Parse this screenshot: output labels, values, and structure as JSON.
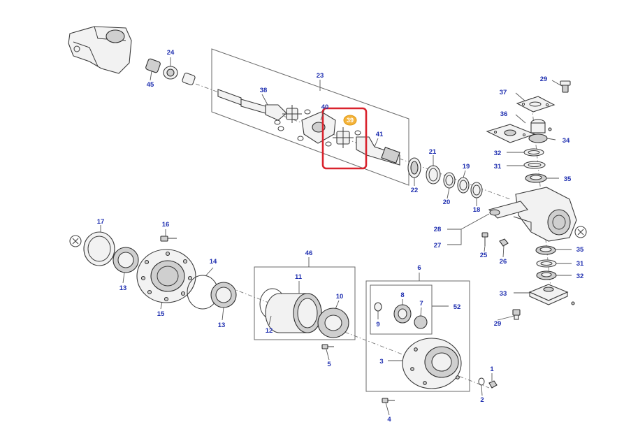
{
  "diagram": {
    "labels": {
      "p1": "1",
      "p2": "2",
      "p3": "3",
      "p4": "4",
      "p5": "5",
      "p6": "6",
      "p7": "7",
      "p8": "8",
      "p9": "9",
      "p10": "10",
      "p11": "11",
      "p12": "12",
      "p13a": "13",
      "p13b": "13",
      "p14": "14",
      "p15": "15",
      "p16": "16",
      "p17": "17",
      "p18": "18",
      "p19": "19",
      "p20": "20",
      "p21": "21",
      "p22": "22",
      "p23": "23",
      "p24": "24",
      "p25": "25",
      "p26": "26",
      "p27": "27",
      "p28": "28",
      "p29a": "29",
      "p29b": "29",
      "p31a": "31",
      "p31b": "31",
      "p32a": "32",
      "p32b": "32",
      "p33": "33",
      "p34": "34",
      "p35a": "35",
      "p35b": "35",
      "p36": "36",
      "p37": "37",
      "p38": "38",
      "p39": "39",
      "p40": "40",
      "p41": "41",
      "p45": "45",
      "p46": "46",
      "p52": "52"
    },
    "highlight_color": "#d9232d",
    "hotspot_color": "#f4b33a",
    "label_color": "#1f2fb0",
    "x_markers": [
      "not-supplied-marker-left",
      "not-supplied-marker-right"
    ]
  }
}
